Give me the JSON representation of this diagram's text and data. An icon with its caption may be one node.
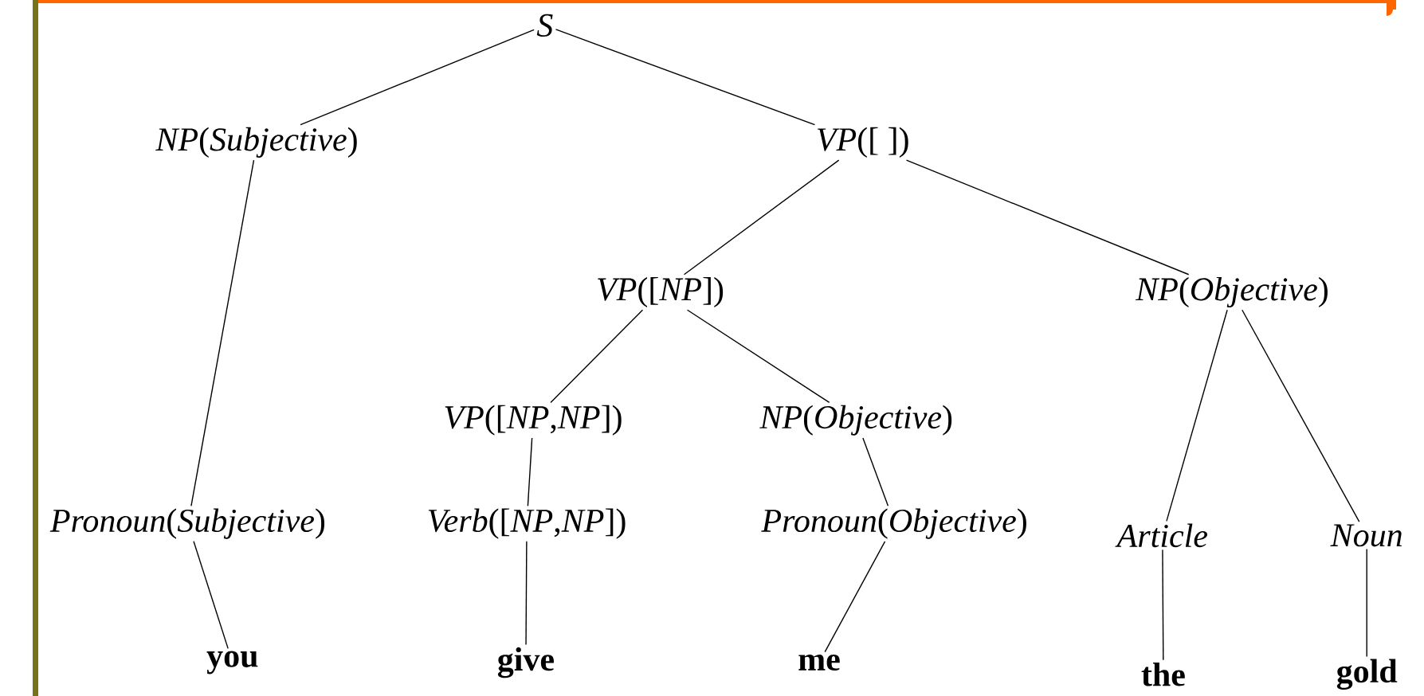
{
  "diagram": {
    "nodes": [
      {
        "text": [
          "S"
        ]
      },
      {
        "text": [
          "*NP*(*Subjective*)"
        ]
      },
      {
        "text": [
          "*VP*([ ])"
        ]
      },
      {
        "text": [
          "*VP*([*NP*])"
        ]
      },
      {
        "text": [
          "*NP*(*Objective*)"
        ]
      },
      {
        "text": [
          "*VP*([*NP*,*NP*])"
        ]
      },
      {
        "text": [
          "*NP*(*Objective*)"
        ]
      },
      {
        "text": [
          "*Pronoun*(*Subjective*)"
        ]
      },
      {
        "text": [
          "*Verb*([*NP*,*NP*])"
        ]
      },
      {
        "text": [
          "*Pronoun*(*Objective*)"
        ]
      },
      {
        "text": [
          "Article"
        ]
      },
      {
        "text": [
          "Noun"
        ]
      },
      {
        "text": [
          "you"
        ]
      },
      {
        "text": [
          "give"
        ]
      },
      {
        "text": [
          "me"
        ]
      },
      {
        "text": [
          "the"
        ]
      },
      {
        "text": [
          "gold"
        ]
      }
    ],
    "edges": [
      {
        "from": 0,
        "to": 1,
        "arrow": "none"
      },
      {
        "from": 0,
        "to": 2,
        "arrow": "none"
      },
      {
        "from": 1,
        "to": 7,
        "arrow": "none"
      },
      {
        "from": 2,
        "to": 3,
        "arrow": "none"
      },
      {
        "from": 2,
        "to": 4,
        "arrow": "none"
      },
      {
        "from": 3,
        "to": 5,
        "arrow": "none"
      },
      {
        "from": 3,
        "to": 6,
        "arrow": "none"
      },
      {
        "from": 5,
        "to": 8,
        "arrow": "none"
      },
      {
        "from": 6,
        "to": 9,
        "arrow": "none"
      },
      {
        "from": 4,
        "to": 10,
        "arrow": "none"
      },
      {
        "from": 4,
        "to": 11,
        "arrow": "none"
      },
      {
        "from": 7,
        "to": 12,
        "arrow": "none"
      },
      {
        "from": 8,
        "to": 13,
        "arrow": "none"
      },
      {
        "from": 9,
        "to": 14,
        "arrow": "none"
      },
      {
        "from": 10,
        "to": 15,
        "arrow": "none"
      },
      {
        "from": 11,
        "to": 16,
        "arrow": "none"
      }
    ]
  }
}
